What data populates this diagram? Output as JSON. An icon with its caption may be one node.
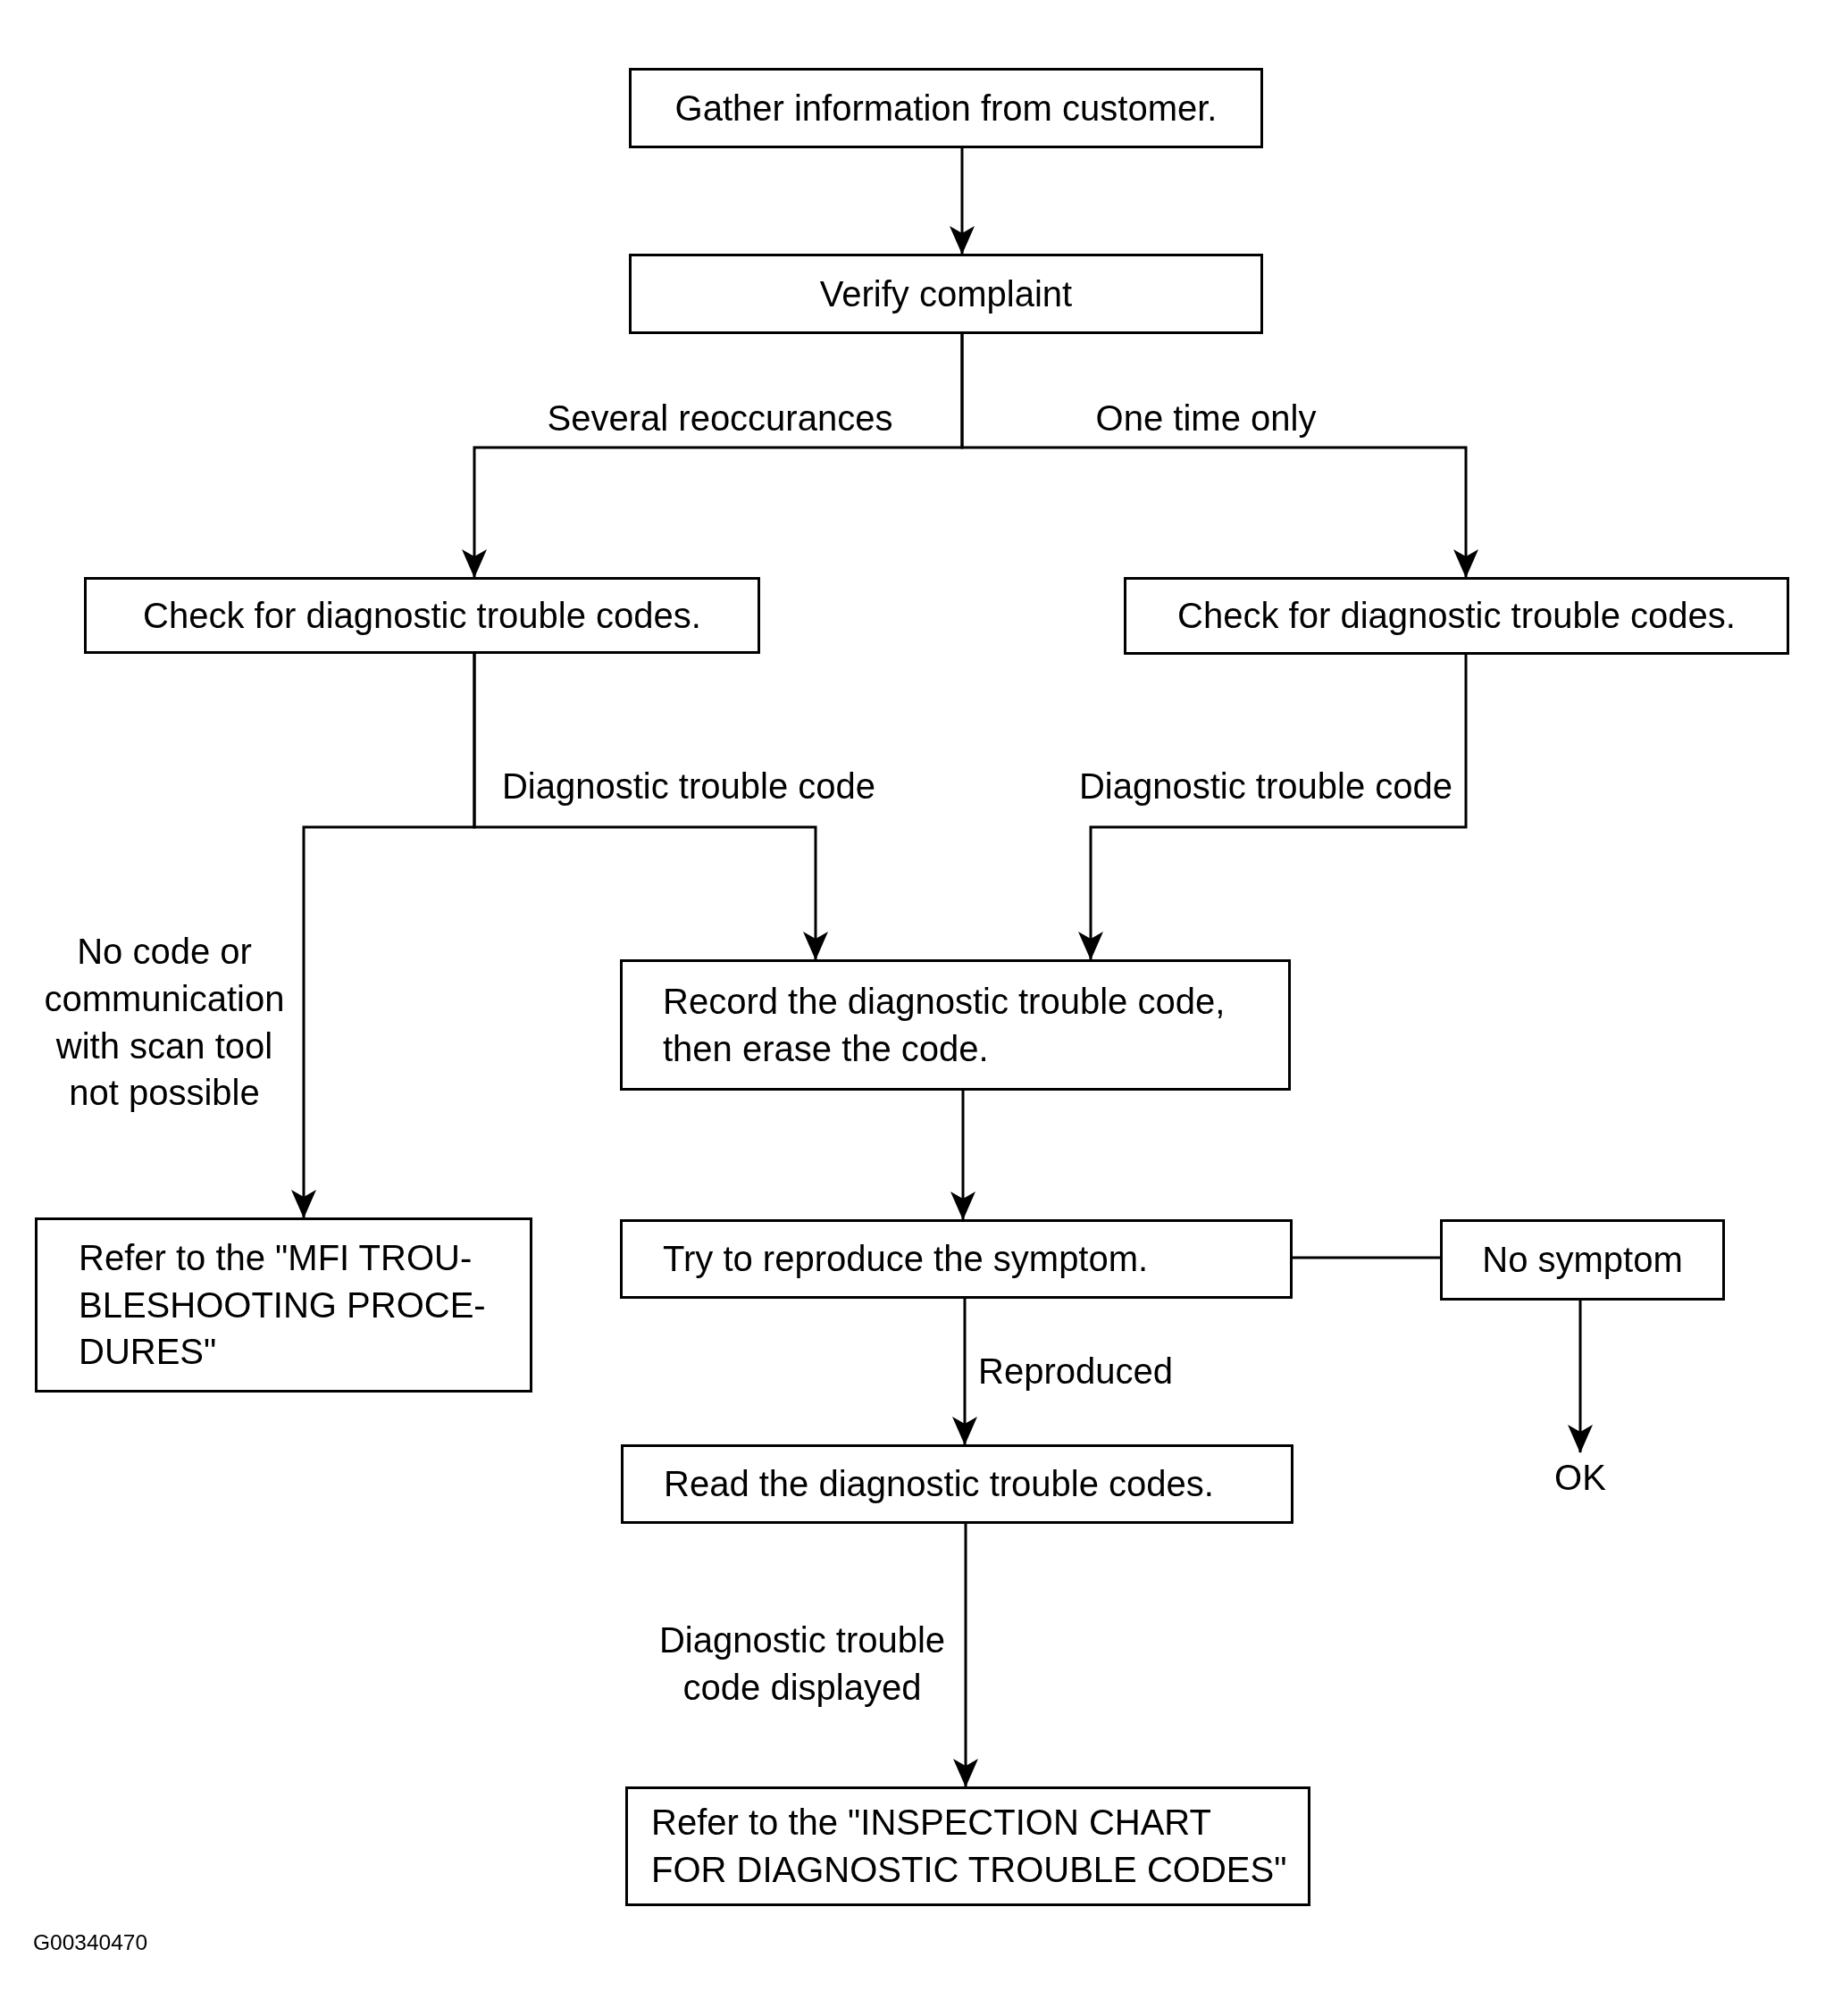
{
  "diagram": {
    "nodes": [
      {
        "text": [
          "Gather information from customer."
        ]
      },
      {
        "text": [
          "Verify complaint"
        ]
      },
      {
        "text": [
          "Check for diagnostic trouble codes."
        ]
      },
      {
        "text": [
          "Check for diagnostic trouble codes."
        ]
      },
      {
        "text": [
          "Record the diagnostic trouble code, then erase the code."
        ]
      },
      {
        "text": [
          "Refer to the \"MFI TROU-BLESHOOTING PROCE-DURES\""
        ]
      },
      {
        "text": [
          "Try to reproduce the symptom."
        ]
      },
      {
        "text": [
          "No symptom"
        ]
      },
      {
        "text": [
          "OK"
        ]
      },
      {
        "text": [
          "Read the diagnostic trouble codes."
        ]
      },
      {
        "text": [
          "Refer to the \"INSPECTION CHART FOR DIAGNOSTIC TROUBLE CODES\""
        ]
      }
    ],
    "edges": [
      {
        "from": 0,
        "to": 1,
        "arrow": "to"
      },
      {
        "from": 1,
        "to": 2,
        "arrow": "to",
        "label": "Several reoccurances"
      },
      {
        "from": 1,
        "to": 3,
        "arrow": "to",
        "label": "One time only"
      },
      {
        "from": 2,
        "to": 4,
        "arrow": "to",
        "label": "Diagnostic trouble code"
      },
      {
        "from": 2,
        "to": 5,
        "arrow": "to",
        "label": "No code or communication with scan tool not possible"
      },
      {
        "from": 3,
        "to": 4,
        "arrow": "to",
        "label": "Diagnostic trouble code"
      },
      {
        "from": 4,
        "to": 6,
        "arrow": "to"
      },
      {
        "from": 6,
        "to": 7,
        "arrow": "none"
      },
      {
        "from": 7,
        "to": 8,
        "arrow": "to"
      },
      {
        "from": 6,
        "to": 9,
        "arrow": "to",
        "label": "Reproduced"
      },
      {
        "from": 9,
        "to": 10,
        "arrow": "to",
        "label": "Diagnostic trouble code displayed"
      }
    ],
    "labels": [
      "G00340470"
    ]
  }
}
